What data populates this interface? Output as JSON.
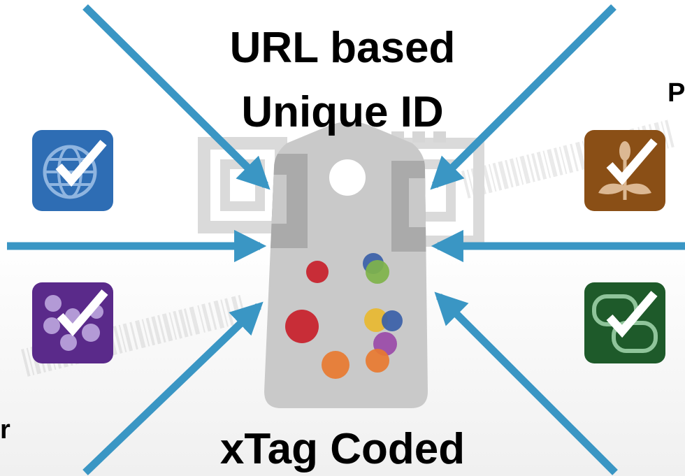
{
  "headline": {
    "line1": "URL based",
    "line2": "Unique ID"
  },
  "footer_label": "xTag Coded",
  "partial_labels": {
    "top_right": "P",
    "bottom_left": "r"
  },
  "icons": [
    {
      "name": "globe-check-icon",
      "color": "#2e6db4"
    },
    {
      "name": "molecule-check-icon",
      "color": "#5a2a8a"
    },
    {
      "name": "plant-check-icon",
      "color": "#8a4f16"
    },
    {
      "name": "link-check-icon",
      "color": "#1e5a2a"
    }
  ],
  "colors": {
    "arrow": "#3a96c4",
    "tag": "#c9c9c9",
    "tag_shadow": "#9a9a9a"
  },
  "tag_dots": [
    {
      "color": "#c8202a"
    },
    {
      "color": "#3a5fa8"
    },
    {
      "color": "#7fb34a"
    },
    {
      "color": "#c8202a"
    },
    {
      "color": "#e8b830"
    },
    {
      "color": "#3a5fa8"
    },
    {
      "color": "#9a4aa8"
    },
    {
      "color": "#e87a30"
    },
    {
      "color": "#e87a30"
    }
  ]
}
